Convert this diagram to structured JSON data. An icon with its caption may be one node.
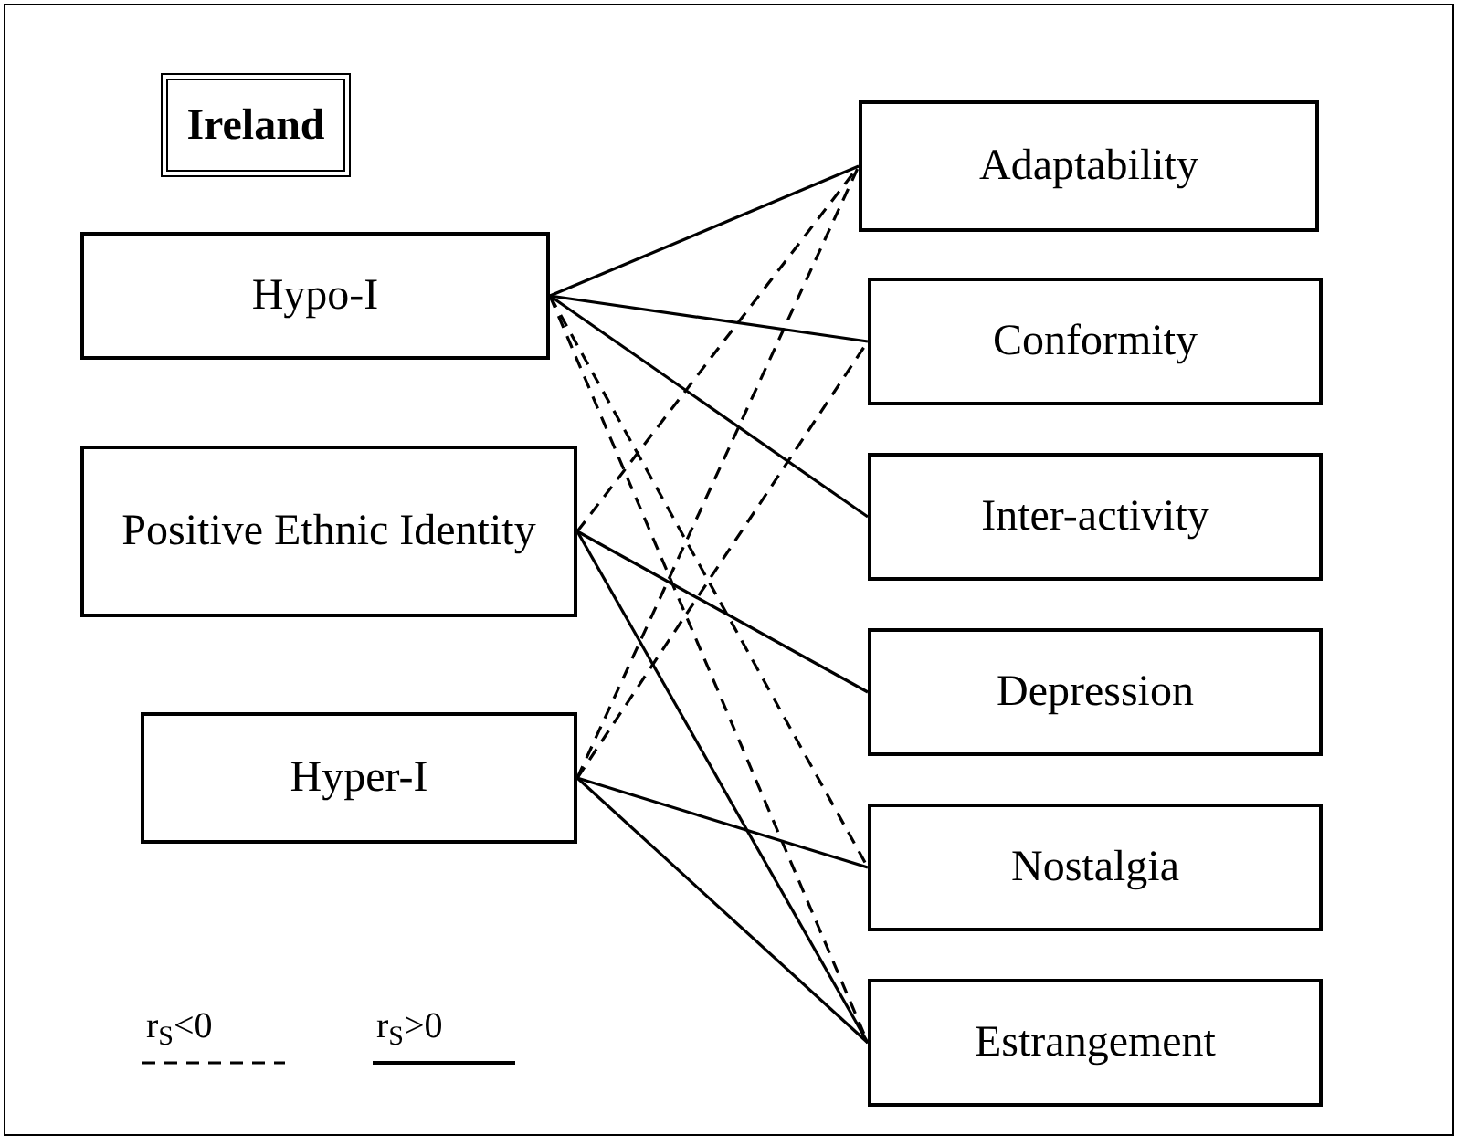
{
  "diagram": {
    "nodes": [
      {
        "text": [
          "Ireland"
        ]
      },
      {
        "text": [
          "Hypo-I"
        ]
      },
      {
        "text": [
          "Positive Ethnic Identity"
        ]
      },
      {
        "text": [
          "Hyper-I"
        ]
      },
      {
        "text": [
          "Adaptability"
        ]
      },
      {
        "text": [
          "Conformity"
        ]
      },
      {
        "text": [
          "Inter-activity"
        ]
      },
      {
        "text": [
          "Depression"
        ]
      },
      {
        "text": [
          "Nostalgia"
        ]
      },
      {
        "text": [
          "Estrangement"
        ]
      }
    ],
    "edges": [
      {
        "from": 1,
        "to": 4,
        "arrow": "none"
      },
      {
        "from": 1,
        "to": 5,
        "arrow": "none"
      },
      {
        "from": 1,
        "to": 6,
        "arrow": "none"
      },
      {
        "from": 1,
        "to": 8,
        "arrow": "none",
        "style": "dashed"
      },
      {
        "from": 1,
        "to": 9,
        "arrow": "none",
        "style": "dashed"
      },
      {
        "from": 2,
        "to": 4,
        "arrow": "none",
        "style": "dashed"
      },
      {
        "from": 2,
        "to": 7,
        "arrow": "none"
      },
      {
        "from": 2,
        "to": 9,
        "arrow": "none"
      },
      {
        "from": 3,
        "to": 4,
        "arrow": "none",
        "style": "dashed"
      },
      {
        "from": 3,
        "to": 5,
        "arrow": "none",
        "style": "dashed"
      },
      {
        "from": 3,
        "to": 8,
        "arrow": "none"
      },
      {
        "from": 3,
        "to": 9,
        "arrow": "none"
      }
    ],
    "legend": [
      {
        "text": "r$_{S}$<0"
      },
      {
        "text": "r$_{S}$>0"
      }
    ]
  }
}
